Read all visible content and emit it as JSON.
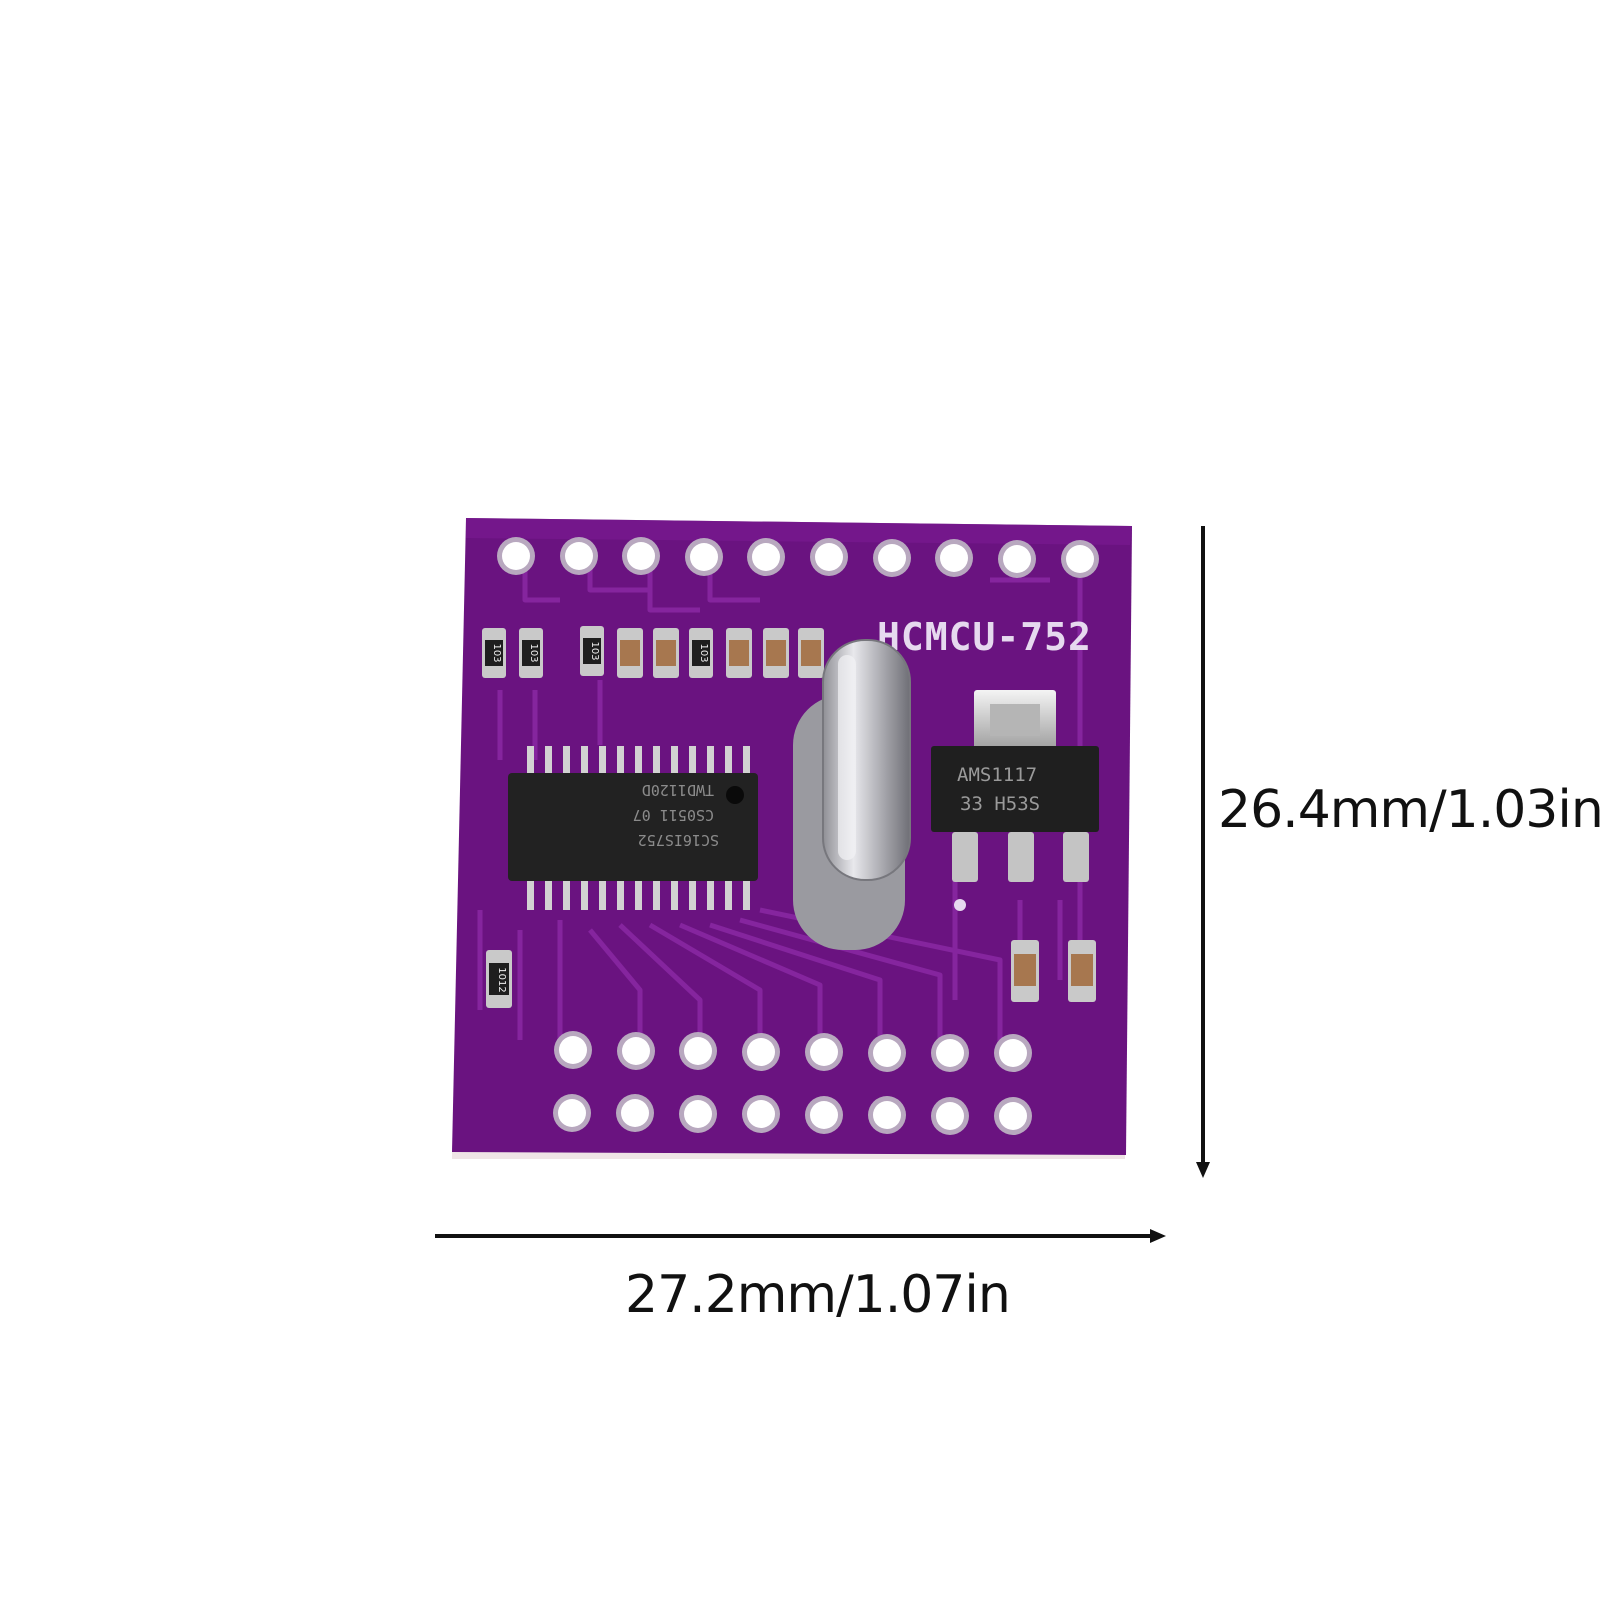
{
  "board": {
    "silkscreen_title": "HCMCU-752",
    "ic_markings": [
      "SC16IS752",
      "CS0511 07",
      "TWD1120D"
    ],
    "regulator_markings": [
      "AMS1117",
      "33 H53S"
    ],
    "resistor_marking": "103",
    "resistor_marking_alt": "1012",
    "colors": {
      "pcb": "#6a1380",
      "pcb_dark": "#4d0a5e",
      "trace": "#7d1f94",
      "silk": "#e6d9ef",
      "pad": "#c9c9c9",
      "chip": "#222222",
      "crystal": "#c8c8cc"
    }
  },
  "dimensions": {
    "height_label": "26.4mm/1.03in",
    "width_label": "27.2mm/1.07in"
  }
}
